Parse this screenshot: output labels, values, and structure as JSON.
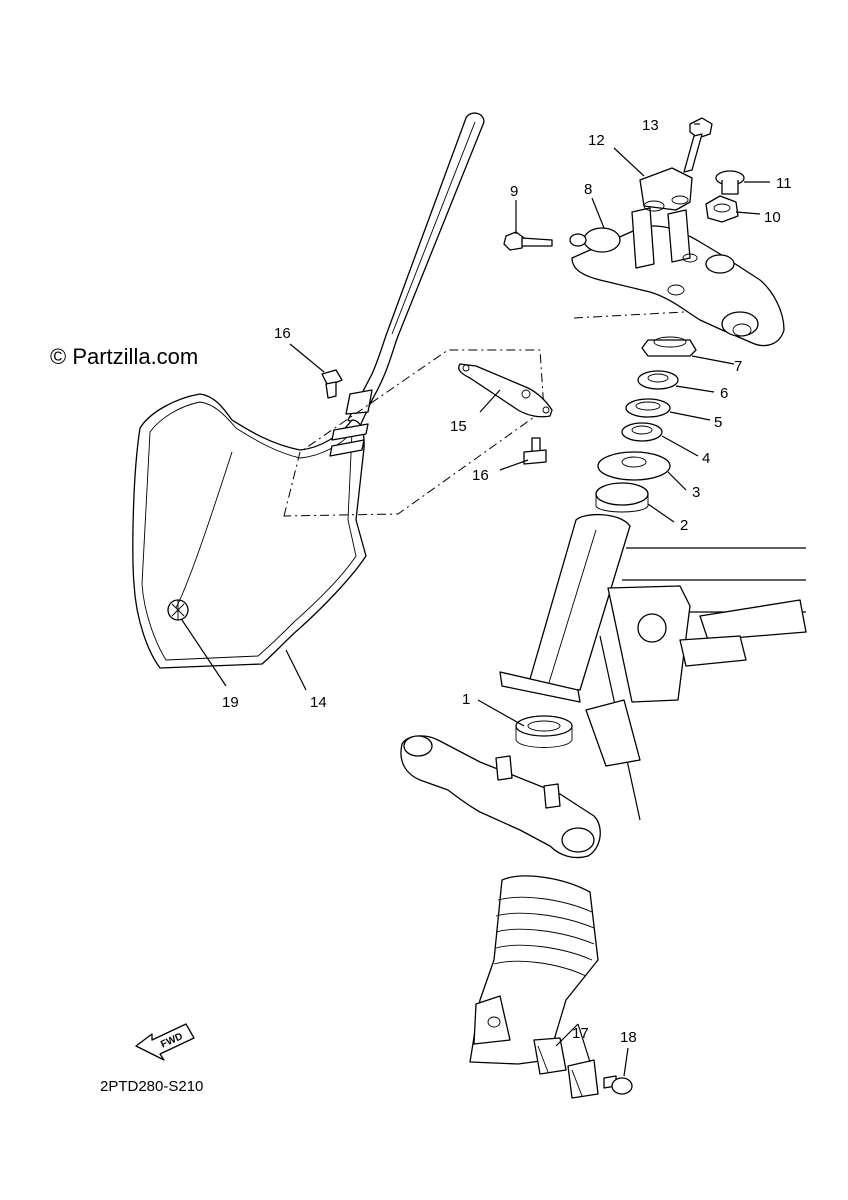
{
  "watermark": "© Partzilla.com",
  "diagram_code": "2PTD280-S210",
  "fwd_badge": "FWD",
  "callouts": [
    {
      "id": "1",
      "label": "1"
    },
    {
      "id": "2",
      "label": "2"
    },
    {
      "id": "3",
      "label": "3"
    },
    {
      "id": "4",
      "label": "4"
    },
    {
      "id": "5",
      "label": "5"
    },
    {
      "id": "6",
      "label": "6"
    },
    {
      "id": "7",
      "label": "7"
    },
    {
      "id": "8",
      "label": "8"
    },
    {
      "id": "9",
      "label": "9"
    },
    {
      "id": "10",
      "label": "10"
    },
    {
      "id": "11",
      "label": "11"
    },
    {
      "id": "12",
      "label": "12"
    },
    {
      "id": "13",
      "label": "13"
    },
    {
      "id": "14",
      "label": "14"
    },
    {
      "id": "15",
      "label": "15"
    },
    {
      "id": "16a",
      "label": "16"
    },
    {
      "id": "16b",
      "label": "16"
    },
    {
      "id": "17",
      "label": "17"
    },
    {
      "id": "18",
      "label": "18"
    },
    {
      "id": "19",
      "label": "19"
    }
  ]
}
